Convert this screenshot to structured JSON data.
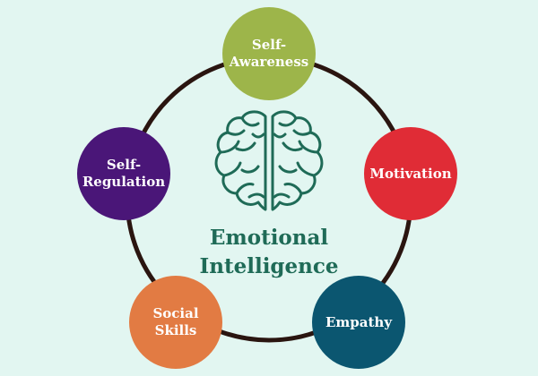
{
  "center": {
    "title": "Emotional\nIntelligence",
    "icon": "brain-icon",
    "color": "#1f6b57"
  },
  "ring_color": "#2a1510",
  "nodes": [
    {
      "label": "Self-\nAwareness",
      "color": "#9db54a"
    },
    {
      "label": "Motivation",
      "color": "#e02c36"
    },
    {
      "label": "Empathy",
      "color": "#0b5670"
    },
    {
      "label": "Social\nSkills",
      "color": "#e27b43"
    },
    {
      "label": "Self-\nRegulation",
      "color": "#4a1678"
    }
  ]
}
